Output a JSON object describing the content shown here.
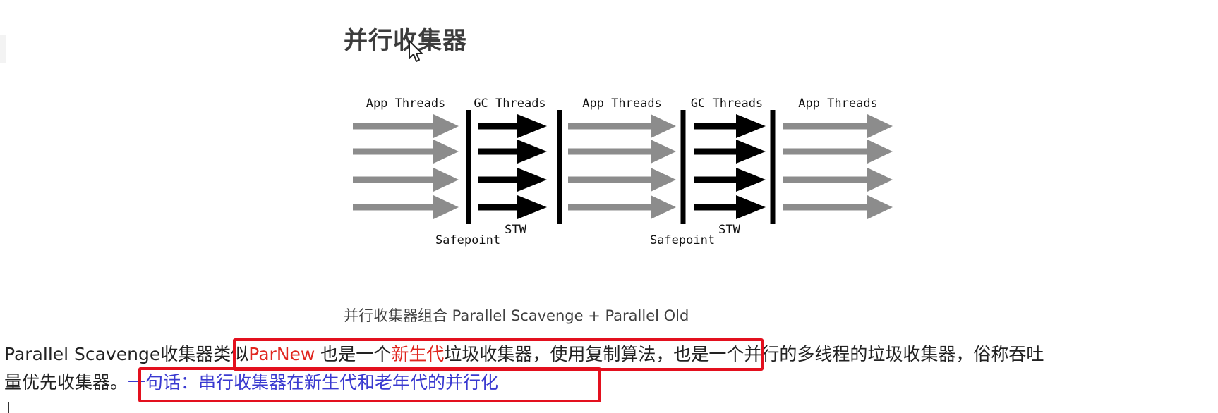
{
  "heading": "并行收集器",
  "diagram": {
    "phases": [
      {
        "label": "App Threads",
        "kind": "app"
      },
      {
        "label": "GC Threads",
        "kind": "gc"
      },
      {
        "label": "App Threads",
        "kind": "app"
      },
      {
        "label": "GC Threads",
        "kind": "gc"
      },
      {
        "label": "App Threads",
        "kind": "app"
      }
    ],
    "safepoint_label": "Safepoint",
    "stw_label": "STW",
    "colors": {
      "app_arrow": "#8c8c8c",
      "gc_arrow": "#000000",
      "barrier": "#000000"
    }
  },
  "caption": "并行收集器组合 Parallel Scavenge + Parallel Old",
  "paragraph": {
    "line1": {
      "prefix": "Parallel Scavenge收集器",
      "boxed_start": "类似",
      "boxed_red1": "ParNew",
      "boxed_mid": " 也是一个",
      "boxed_red2": "新生代",
      "boxed_end": "垃圾收集器，使用复制算法，",
      "suffix": "也是一个并行的多线程的垃圾收集器，俗称吞吐"
    },
    "line2": {
      "prefix": "量优先收集器。",
      "boxed_blue": "一句话：串行收集器在新生代和老年代的并行化"
    }
  },
  "colors": {
    "highlight_red": "#e0261f",
    "highlight_blue": "#3a3ad0",
    "box_border": "#e3101e"
  }
}
